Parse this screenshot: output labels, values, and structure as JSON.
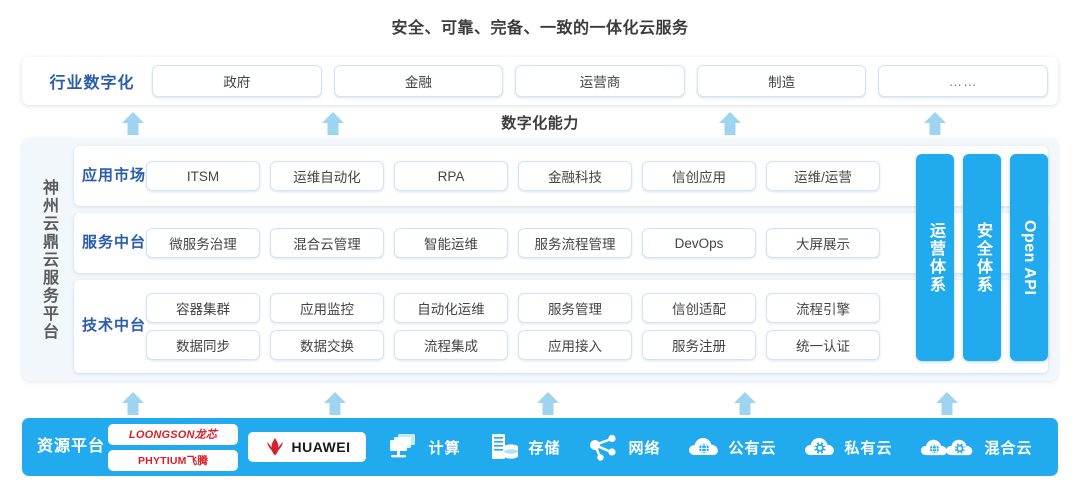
{
  "title": "安全、可靠、完备、一致的一体化云服务",
  "capability_label": "数字化能力",
  "industry": {
    "label": "行业数字化",
    "items": [
      {
        "label": "政府"
      },
      {
        "label": "金融"
      },
      {
        "label": "运营商"
      },
      {
        "label": "制造"
      },
      {
        "label": "……"
      }
    ]
  },
  "platform": {
    "vertical_label": "神州云鼎云服务平台",
    "layers": [
      {
        "label": "应用市场",
        "rows": [
          [
            "ITSM",
            "运维自动化",
            "RPA",
            "金融科技",
            "信创应用",
            "运维/运营"
          ]
        ]
      },
      {
        "label": "服务中台",
        "rows": [
          [
            "微服务治理",
            "混合云管理",
            "智能运维",
            "服务流程管理",
            "DevOps",
            "大屏展示"
          ]
        ]
      },
      {
        "label": "技术中台",
        "rows": [
          [
            "容器集群",
            "应用监控",
            "自动化运维",
            "服务管理",
            "信创适配",
            "流程引擎"
          ],
          [
            "数据同步",
            "数据交换",
            "流程集成",
            "应用接入",
            "服务注册",
            "统一认证"
          ]
        ]
      }
    ],
    "side_bars": [
      {
        "label": "运营体系",
        "latin": false
      },
      {
        "label": "安全体系",
        "latin": false
      },
      {
        "label": "Open API",
        "latin": true
      }
    ]
  },
  "resource": {
    "label": "资源平台",
    "chip_logos": [
      {
        "name": "loongson-logo",
        "text": "LOONGSON龙芯"
      },
      {
        "name": "phytium-logo",
        "text": "PHYTIUM飞腾"
      }
    ],
    "huawei": {
      "name": "huawei-logo",
      "text": "HUAWEI"
    },
    "items": [
      {
        "icon": "compute-icon",
        "label": "计算"
      },
      {
        "icon": "storage-icon",
        "label": "存储"
      },
      {
        "icon": "network-icon",
        "label": "网络"
      },
      {
        "icon": "public-cloud-icon",
        "label": "公有云"
      },
      {
        "icon": "private-cloud-icon",
        "label": "私有云"
      },
      {
        "icon": "hybrid-cloud-icon",
        "label": "混合云"
      }
    ]
  },
  "colors": {
    "accent_blue": "#22aaef",
    "label_blue": "#2a5caa",
    "arrow_blue": "#9fd4f0",
    "logo_red": "#d8202a",
    "panel_bg": "#f1f7fb"
  },
  "arrows": {
    "upper": [
      133,
      333,
      730,
      935
    ],
    "lower": [
      133,
      335,
      548,
      745,
      947
    ]
  }
}
